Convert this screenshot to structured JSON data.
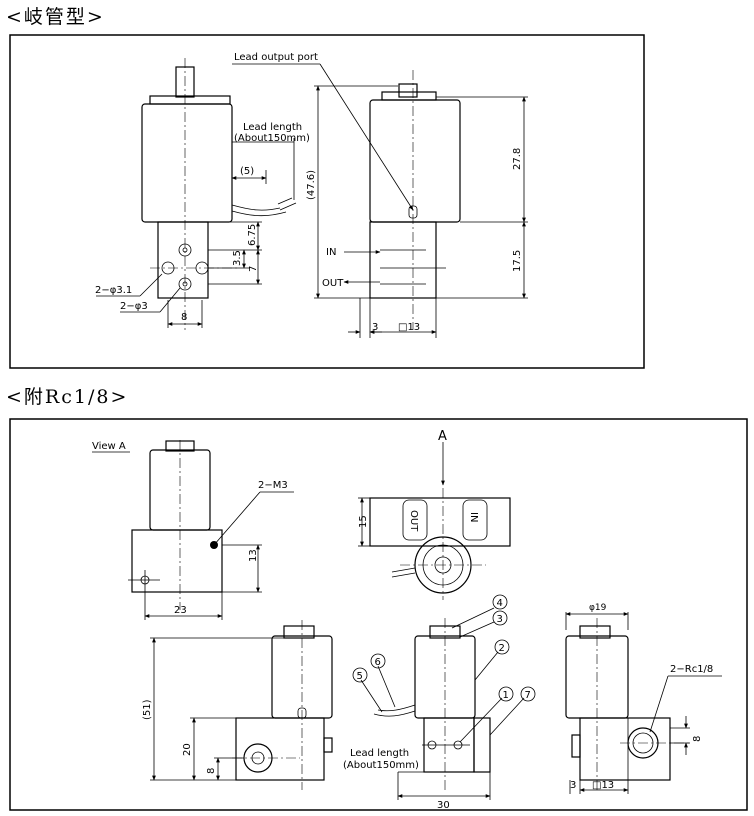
{
  "headings": {
    "manifold": "<岐管型>",
    "rc": "<附Rc1/8>"
  },
  "top": {
    "lead_output_port": "Lead output port",
    "lead_length": "Lead length",
    "about_150mm": "(About150mm)",
    "dim_5": "(5)",
    "dim_6_75": "6.75",
    "dim_3_5": "3.5",
    "dim_7": "7",
    "hole_3_1": "2−φ3.1",
    "hole_3": "2−φ3",
    "dim_8": "8",
    "dim_47_6": "(47.6)",
    "dim_27_8": "27.8",
    "dim_17_5": "17.5",
    "in_label": "IN",
    "out_label": "OUT",
    "dim_3": "3",
    "dim_sq13": "□13"
  },
  "bottom": {
    "view_a": "View A",
    "m3": "2−M3",
    "dim_13": "13",
    "dim_23": "23",
    "arrow_a": "A",
    "dim_15": "15",
    "port_out": "OUT",
    "port_in": "IN",
    "dim_phi19": "φ19",
    "dim_51": "(51)",
    "dim_20": "20",
    "dim_8": "8",
    "lead_length": "Lead length",
    "about_150mm": "(About150mm)",
    "dim_30": "30",
    "rc18": "2−Rc1/8",
    "dim_8r": "8",
    "dim_3": "3",
    "dim_sq13": "□13",
    "balloons": [
      "1",
      "2",
      "3",
      "4",
      "5",
      "6",
      "7"
    ]
  }
}
